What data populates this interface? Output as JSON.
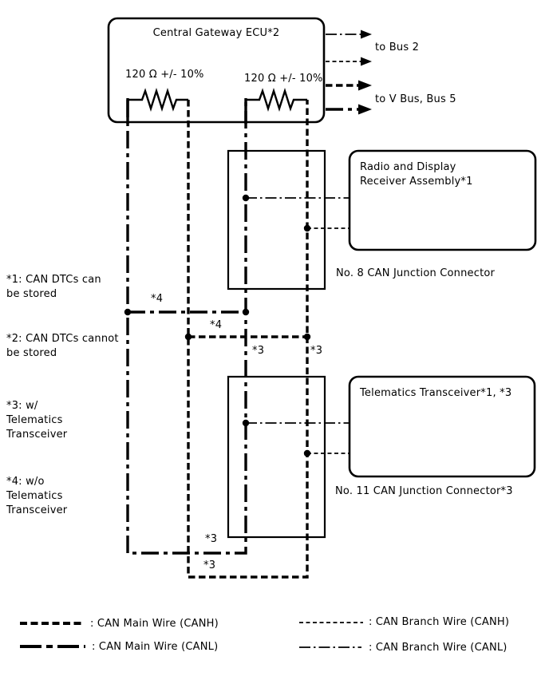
{
  "diagram": {
    "ecu": {
      "title": "Central Gateway ECU*2",
      "resistor_left": "120 Ω +/- 10%",
      "resistor_right": "120 Ω +/- 10%"
    },
    "bus_arrows": {
      "bus2": "to Bus 2",
      "vbus5": "to V Bus, Bus 5"
    },
    "modules": {
      "radio": "Radio and Display\nReceiver Assembly*1",
      "telematics": "Telematics Transceiver*1, *3"
    },
    "junction_connectors": {
      "no8": "No. 8 CAN Junction Connector",
      "no11": "No. 11 CAN Junction Connector*3"
    },
    "footnotes": {
      "note1": "*1: CAN DTCs can\nbe stored",
      "note2": "*2: CAN DTCs cannot\nbe stored",
      "note3": "*3: w/\nTelematics\nTransceiver",
      "note4": "*4: w/o\nTelematics\nTransceiver"
    },
    "inline_refs": {
      "star3": "*3",
      "star4": "*4"
    }
  },
  "legend": {
    "main_canh": ": CAN Main Wire (CANH)",
    "main_canl": ": CAN Main Wire (CANL)",
    "branch_canh": ": CAN Branch Wire (CANH)",
    "branch_canl": ": CAN Branch Wire (CANL)"
  },
  "colors": {
    "line": "#000000",
    "background": "#ffffff"
  }
}
